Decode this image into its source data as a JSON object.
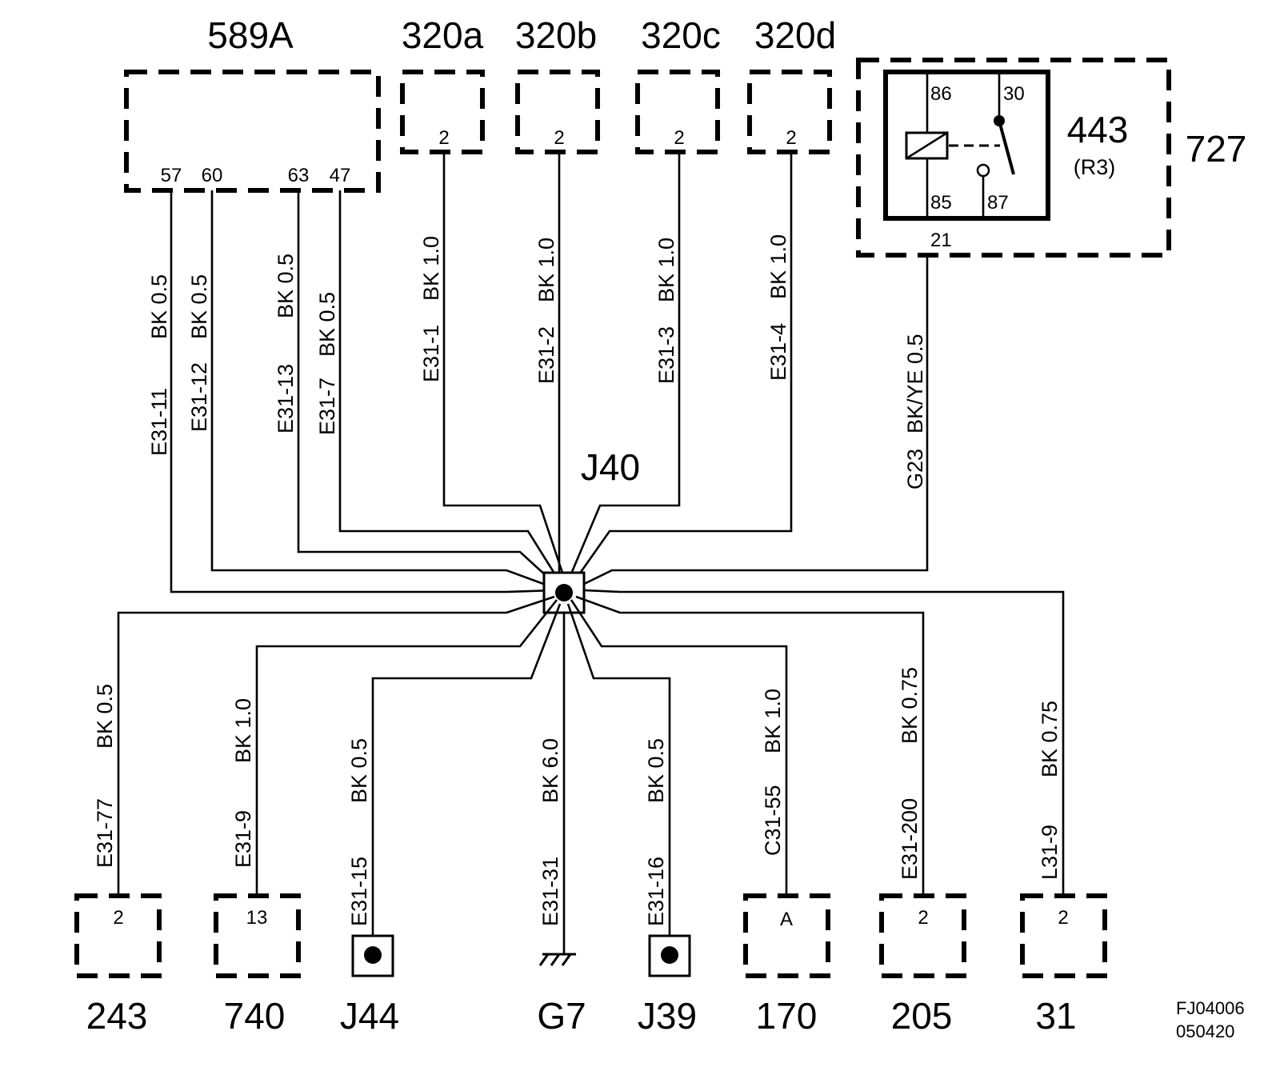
{
  "top_components": {
    "c589A": {
      "label": "589A",
      "pins": [
        "57",
        "60",
        "63",
        "47"
      ]
    },
    "c320a": {
      "label": "320a",
      "pin": "2"
    },
    "c320b": {
      "label": "320b",
      "pin": "2"
    },
    "c320c": {
      "label": "320c",
      "pin": "2"
    },
    "c320d": {
      "label": "320d",
      "pin": "2"
    }
  },
  "relay": {
    "outer_label": "727",
    "relay_label": "443",
    "relay_sub": "(R3)",
    "pins": {
      "p86": "86",
      "p30": "30",
      "p85": "85",
      "p87": "87",
      "p21": "21"
    }
  },
  "splice": {
    "label": "J40"
  },
  "top_wires": {
    "w1": {
      "circuit": "E31-11",
      "spec": "BK  0.5"
    },
    "w2": {
      "circuit": "E31-12",
      "spec": "BK  0.5"
    },
    "w3": {
      "circuit": "E31-13",
      "spec": "BK  0.5"
    },
    "w4": {
      "circuit": "E31-7",
      "spec": "BK  0.5"
    },
    "w5": {
      "circuit": "E31-1",
      "spec": "BK  1.0"
    },
    "w6": {
      "circuit": "E31-2",
      "spec": "BK  1.0"
    },
    "w7": {
      "circuit": "E31-3",
      "spec": "BK  1.0"
    },
    "w8": {
      "circuit": "E31-4",
      "spec": "BK  1.0"
    },
    "w9": {
      "circuit": "G23",
      "spec": "BK/YE  0.5"
    }
  },
  "bottom_wires": {
    "b1": {
      "circuit": "E31-77",
      "spec": "BK  0.5"
    },
    "b2": {
      "circuit": "E31-9",
      "spec": "BK  1.0"
    },
    "b3": {
      "circuit": "E31-15",
      "spec": "BK 0.5"
    },
    "b4": {
      "circuit": "E31-31",
      "spec": "BK  6.0"
    },
    "b5": {
      "circuit": "E31-16",
      "spec": "BK  0.5"
    },
    "b6": {
      "circuit": "C31-55",
      "spec": "BK  1.0"
    },
    "b7": {
      "circuit": "E31-200",
      "spec": "BK  0.75"
    },
    "b8": {
      "circuit": "L31-9",
      "spec": "BK  0.75"
    }
  },
  "bottom_components": {
    "c243": {
      "label": "243",
      "pin": "2"
    },
    "c740": {
      "label": "740",
      "pin": "13"
    },
    "cJ44": {
      "label": "J44"
    },
    "cG7": {
      "label": "G7"
    },
    "cJ39": {
      "label": "J39"
    },
    "c170": {
      "label": "170",
      "pin": "A"
    },
    "c205": {
      "label": "205",
      "pin": "2"
    },
    "c31": {
      "label": "31",
      "pin": "2"
    }
  },
  "footer": {
    "code": "FJ04006",
    "date": "050420"
  }
}
